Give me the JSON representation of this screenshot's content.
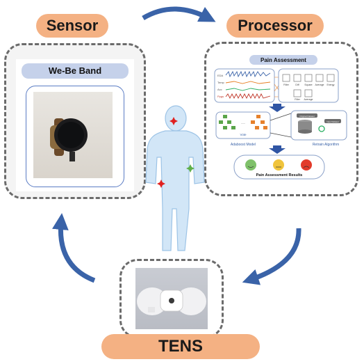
{
  "sensor": {
    "title": "Sensor",
    "device_label": "We-Be Band"
  },
  "processor": {
    "title": "Processor",
    "header": "Pain Assessment",
    "signals": [
      "EDA",
      "Temp",
      "Acc",
      "Ppgs"
    ],
    "features": [
      "Filter",
      "Diff",
      "Square",
      "Average",
      "Energy"
    ],
    "features2": [
      "Filter",
      "Average"
    ],
    "vote_label": "Vote",
    "model_label": "Adaboost Model",
    "retrain_label": "Retrain Algorithm",
    "original_label": "Original Dataset",
    "new_label": "New Dataset",
    "results_label": "Pain Assessment Results"
  },
  "tens": {
    "title": "TENS"
  },
  "colors": {
    "pill": "#f4b183",
    "arrow": "#3a63a8",
    "band_header": "#c5d1ea",
    "silhouette": "#d2e6f7",
    "box_dash": "#6b6b6b"
  }
}
